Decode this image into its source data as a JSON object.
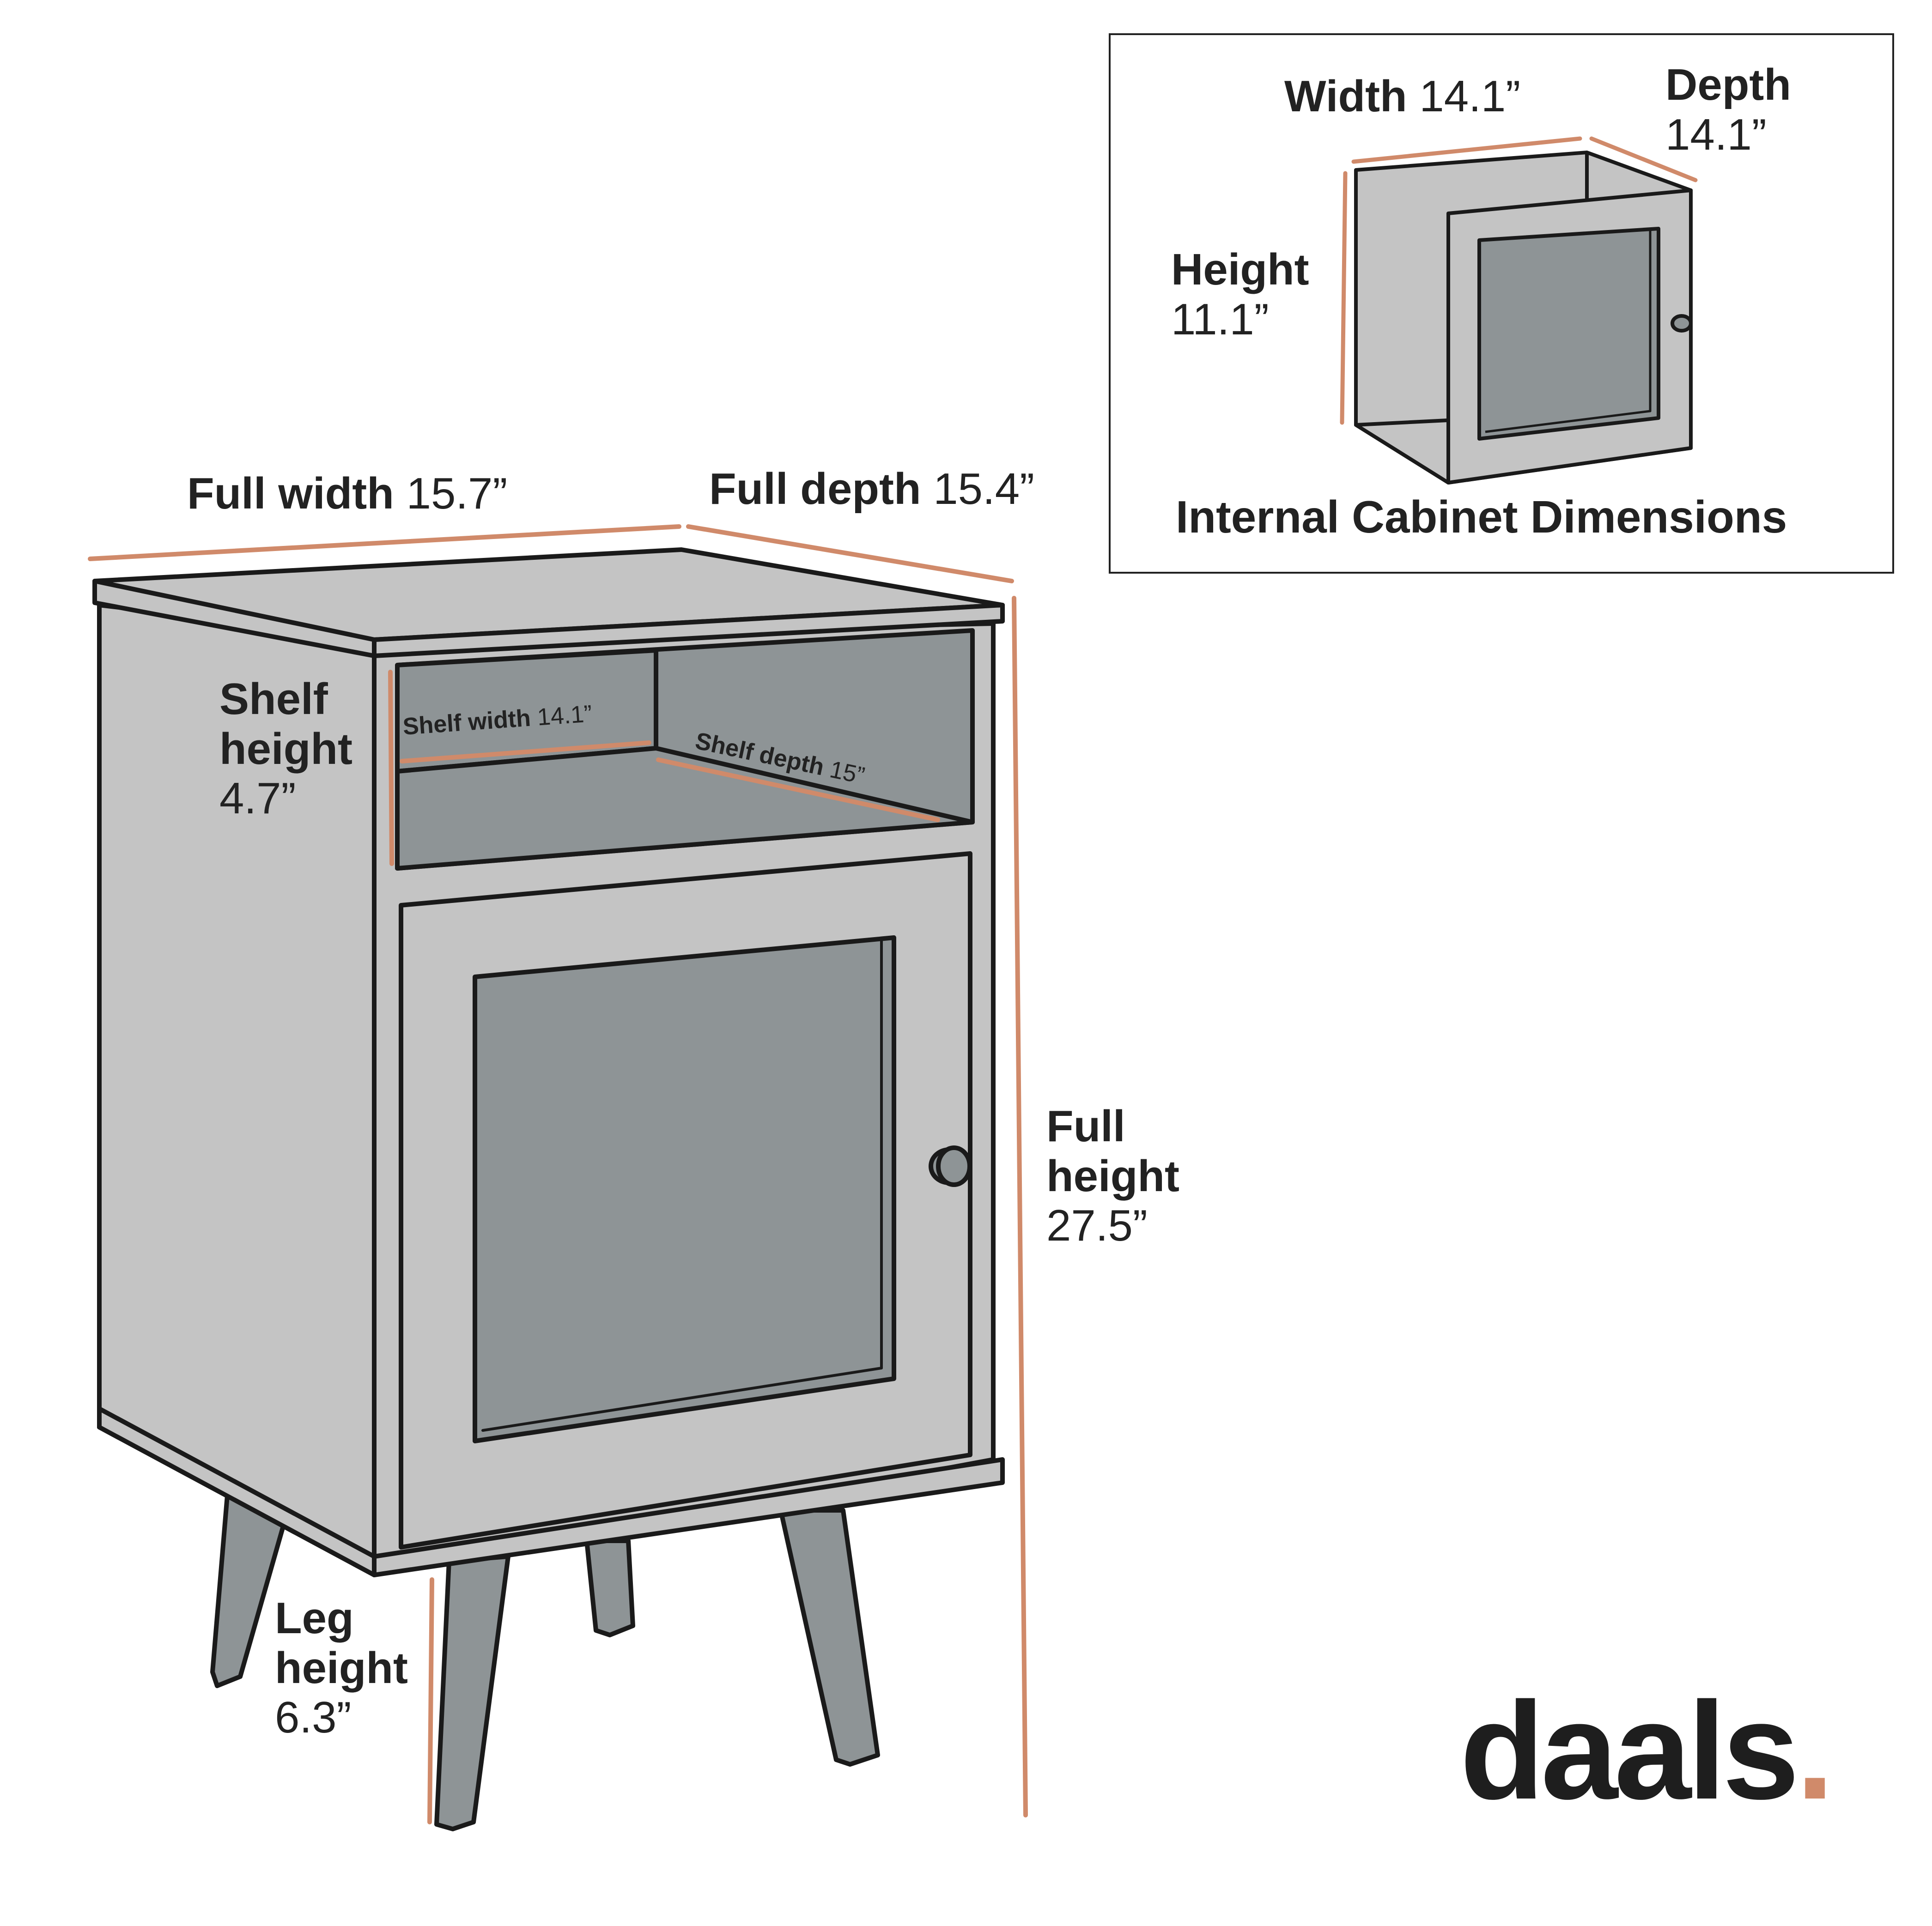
{
  "colors": {
    "panel": "#c4c4c4",
    "interior": "#8e9496",
    "outline": "#1a1a1a",
    "dimension_line": "#d08a6a",
    "background": "#ffffff"
  },
  "main": {
    "full_width": {
      "label": "Full width",
      "value": "15.7”"
    },
    "full_depth": {
      "label": "Full depth",
      "value": "15.4”"
    },
    "shelf_height": {
      "label_line1": "Shelf",
      "label_line2": "height",
      "value": "4.7”"
    },
    "shelf_width": {
      "label": "Shelf width",
      "value": "14.1”"
    },
    "shelf_depth": {
      "label": "Shelf depth",
      "value": "15”"
    },
    "full_height": {
      "label_line1": "Full",
      "label_line2": "height",
      "value": "27.5”"
    },
    "leg_height": {
      "label_line1": "Leg",
      "label_line2": "height",
      "value": "6.3”"
    }
  },
  "inset": {
    "title": "Internal Cabinet Dimensions",
    "width": {
      "label": "Width",
      "value": "14.1”"
    },
    "depth": {
      "label": "Depth",
      "value": "14.1”"
    },
    "height": {
      "label": "Height",
      "value": "11.1”"
    }
  },
  "logo": {
    "text": "daals",
    "dot": "."
  }
}
